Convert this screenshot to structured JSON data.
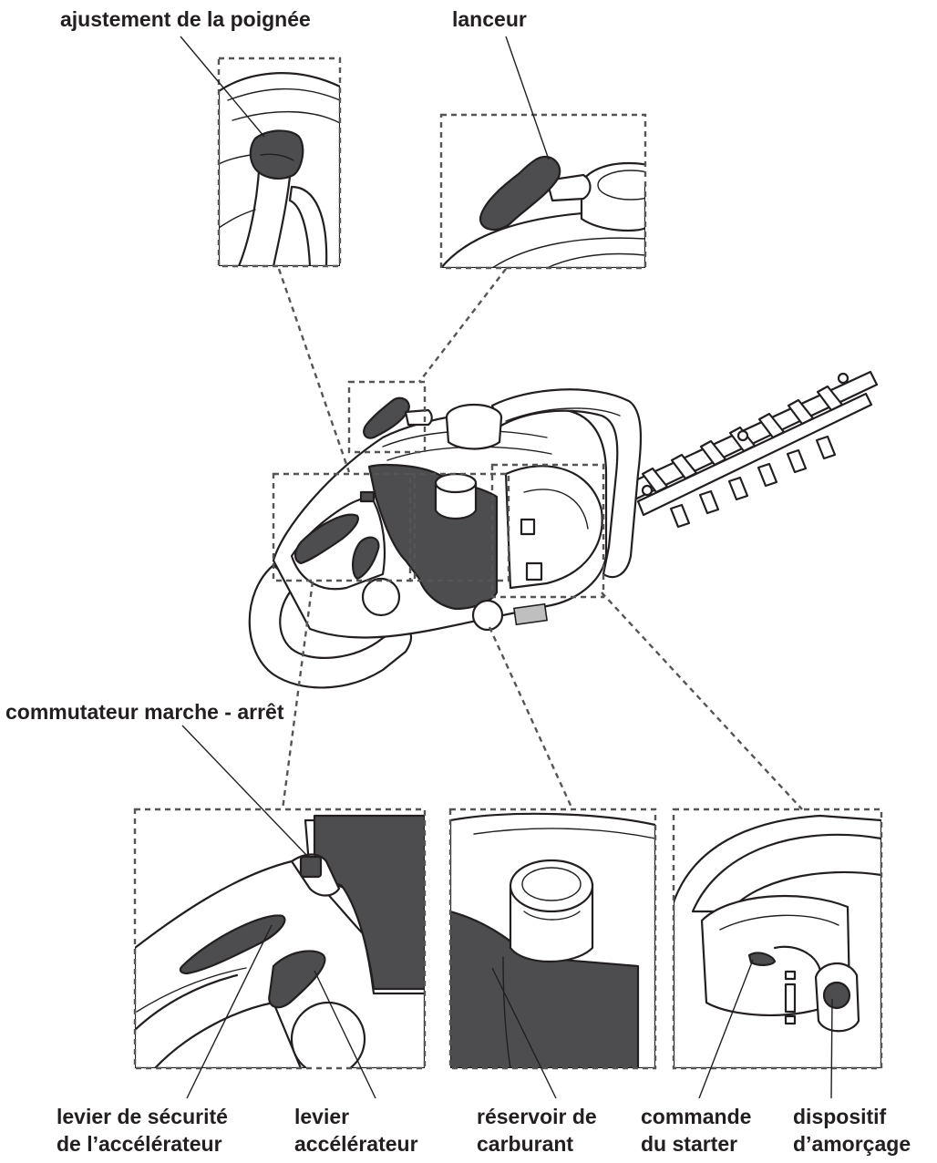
{
  "labels": {
    "handle_adjust": "ajustement de la poignée",
    "starter": "lanceur",
    "on_off_switch": "commutateur marche - arrêt",
    "safety_lever_line1": "levier de sécurité",
    "safety_lever_line2": "de l’accélérateur",
    "throttle_line1": "levier",
    "throttle_line2": "accélérateur",
    "tank_line1": "réservoir de",
    "tank_line2": "carburant",
    "choke_line1": "commande",
    "choke_line2": "du starter",
    "primer_line1": "dispositif",
    "primer_line2": "d’amorçage"
  },
  "colors": {
    "outline": "#231f20",
    "dark_part": "#4d4d4f",
    "dashed_frame": "#555555",
    "background": "#ffffff"
  }
}
